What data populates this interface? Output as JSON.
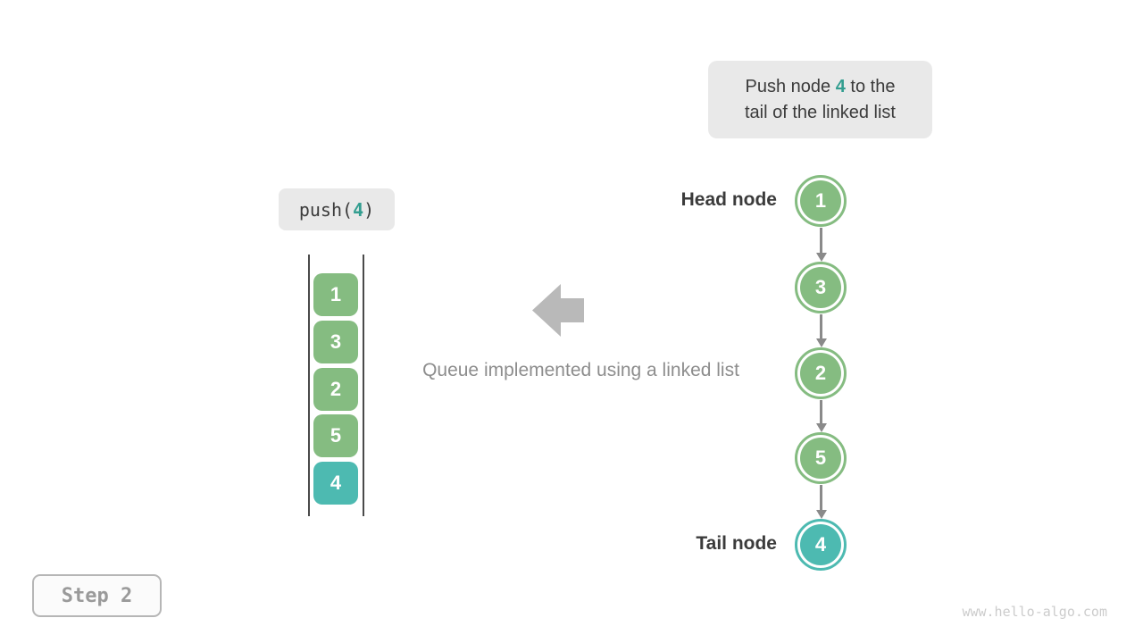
{
  "colors": {
    "green": "#85bc81",
    "teal": "#4dbab1",
    "highlight": "#339e90",
    "box_bg": "#e9e9e9",
    "dark_text": "#3b3b3b",
    "gray_text": "#8d8d8d",
    "arrow_gray": "#b9b9b9",
    "connector_gray": "#8a8a8a",
    "rail": "#4a4a4a",
    "step_border": "#b6b6b6",
    "step_text": "#9a9a9a",
    "watermark": "#cccccc"
  },
  "instruction": {
    "line1_pre": "Push node ",
    "highlight": "4",
    "line1_post": " to the",
    "line2": "tail of the linked list"
  },
  "push_call": {
    "pre": "push(",
    "arg": "4",
    "post": ")"
  },
  "stack": {
    "items": [
      {
        "value": "1",
        "color": "green"
      },
      {
        "value": "3",
        "color": "green"
      },
      {
        "value": "2",
        "color": "green"
      },
      {
        "value": "5",
        "color": "green"
      },
      {
        "value": "4",
        "color": "teal"
      }
    ]
  },
  "caption": "Queue implemented using a linked list",
  "linked_list": {
    "head_label": "Head node",
    "tail_label": "Tail node",
    "nodes": [
      {
        "value": "1",
        "color": "green"
      },
      {
        "value": "3",
        "color": "green"
      },
      {
        "value": "2",
        "color": "green"
      },
      {
        "value": "5",
        "color": "green"
      },
      {
        "value": "4",
        "color": "teal"
      }
    ]
  },
  "step_label": "Step 2",
  "watermark": "www.hello-algo.com"
}
